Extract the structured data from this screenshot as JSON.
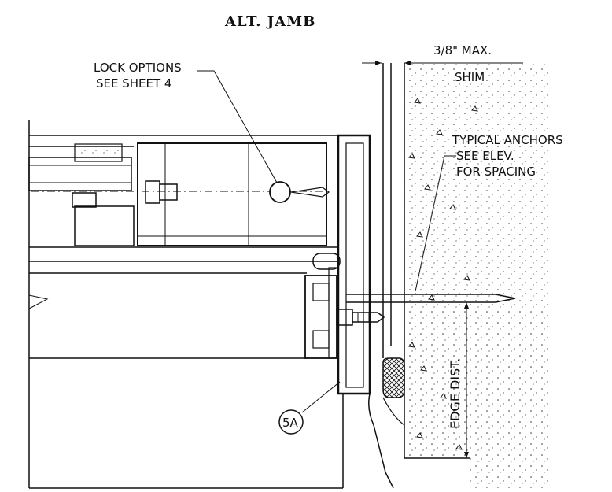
{
  "title": "ALT. JAMB",
  "labels": {
    "lock_line1": "LOCK OPTIONS",
    "lock_line2": "SEE SHEET 4",
    "max_gap": "3/8\" MAX.",
    "shim": "SHIM",
    "anchors_line1": "TYPICAL ANCHORS",
    "anchors_line2": "SEE ELEV.",
    "anchors_line3": "FOR SPACING",
    "edge_dist": "EDGE DIST.",
    "callout": "5A"
  }
}
